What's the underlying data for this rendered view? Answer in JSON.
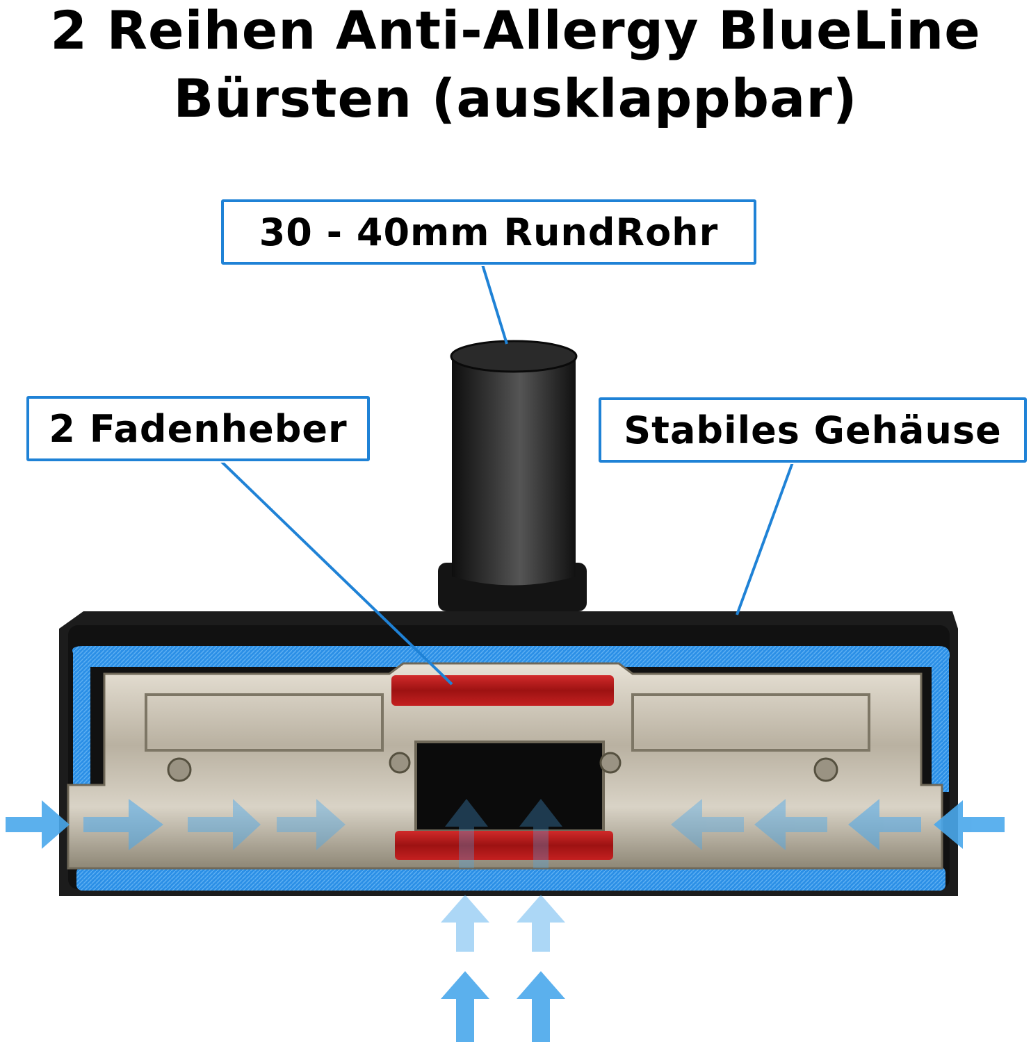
{
  "headline": {
    "line1": "2 Reihen Anti-Allergy BlueLine",
    "line2": "Bürsten (ausklappbar)"
  },
  "callouts": {
    "pipe": "30 - 40mm RundRohr",
    "lifters": "2 Fadenheber",
    "housing": "Stabiles Gehäuse"
  },
  "colors": {
    "accent_blue": "#1f82d6",
    "brush_blue": "#2b8fe6",
    "lifter_red": "#b01818",
    "body_black": "#1c1c1c",
    "metal": "#c9c2b4",
    "arrow_blue": "#4aa8ec"
  }
}
